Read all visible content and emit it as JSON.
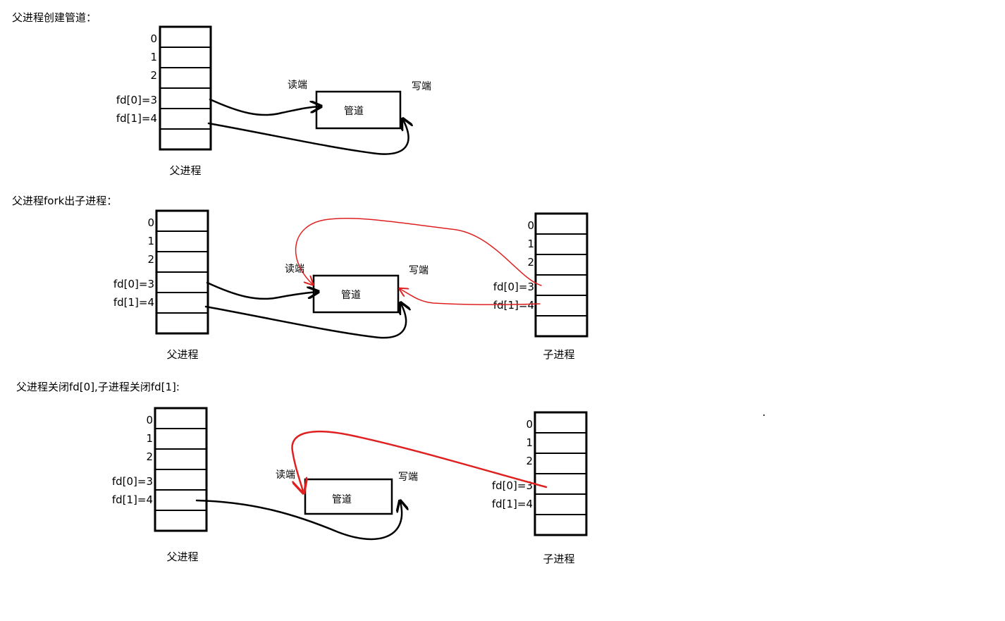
{
  "sections": [
    {
      "title": "父进程创建管道：",
      "parent_table": {
        "indices": [
          "0",
          "1",
          "2",
          "fd[0]=3",
          "fd[1]=4"
        ],
        "caption": "父进程"
      },
      "pipe": {
        "label": "管道",
        "read_end": "读端",
        "write_end": "写端"
      }
    },
    {
      "title": "父进程fork出子进程：",
      "parent_table": {
        "indices": [
          "0",
          "1",
          "2",
          "fd[0]=3",
          "fd[1]=4"
        ],
        "caption": "父进程"
      },
      "pipe": {
        "label": "管道",
        "read_end": "读端",
        "write_end": "写端"
      },
      "child_table": {
        "indices": [
          "0",
          "1",
          "2",
          "fd[0]=3",
          "fd[1]=4"
        ],
        "caption": "子进程"
      }
    },
    {
      "title": "父进程关闭fd[0],子进程关闭fd[1]:",
      "parent_table": {
        "indices": [
          "0",
          "1",
          "2",
          "fd[0]=3",
          "fd[1]=4"
        ],
        "caption": "父进程"
      },
      "pipe": {
        "label": "管道",
        "read_end": "读端",
        "write_end": "写端"
      },
      "child_table": {
        "indices": [
          "0",
          "1",
          "2",
          "fd[0]=3",
          "fd[1]=4"
        ],
        "caption": "子进程"
      }
    }
  ],
  "colors": {
    "parent_links": "#000000",
    "child_links": "#e02020"
  }
}
